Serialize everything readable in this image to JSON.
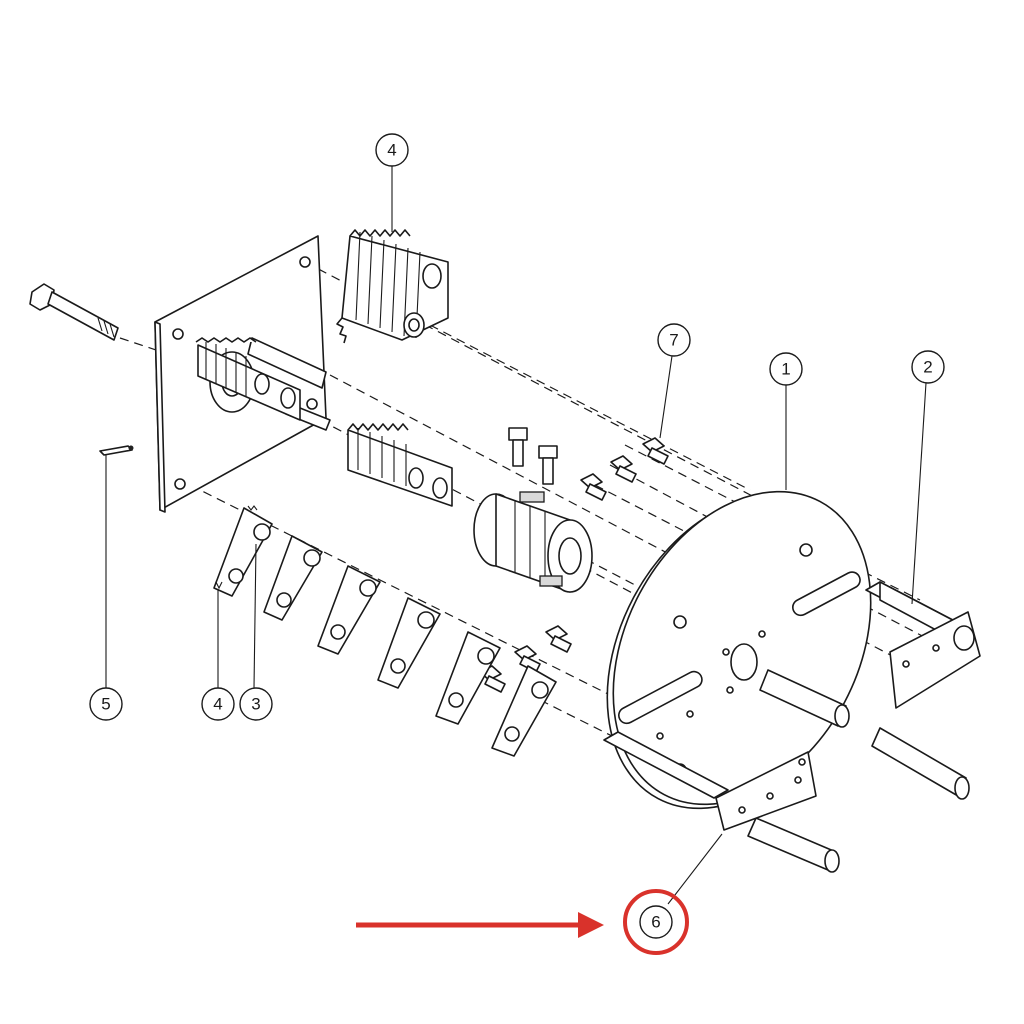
{
  "callouts": [
    {
      "id": "c4-top",
      "label": "4"
    },
    {
      "id": "c7",
      "label": "7"
    },
    {
      "id": "c1",
      "label": "1"
    },
    {
      "id": "c2",
      "label": "2"
    },
    {
      "id": "c5",
      "label": "5"
    },
    {
      "id": "c4-bottom",
      "label": "4"
    },
    {
      "id": "c3",
      "label": "3"
    },
    {
      "id": "c6",
      "label": "6"
    }
  ],
  "highlight": {
    "target": "6",
    "color": "#d9322b"
  }
}
